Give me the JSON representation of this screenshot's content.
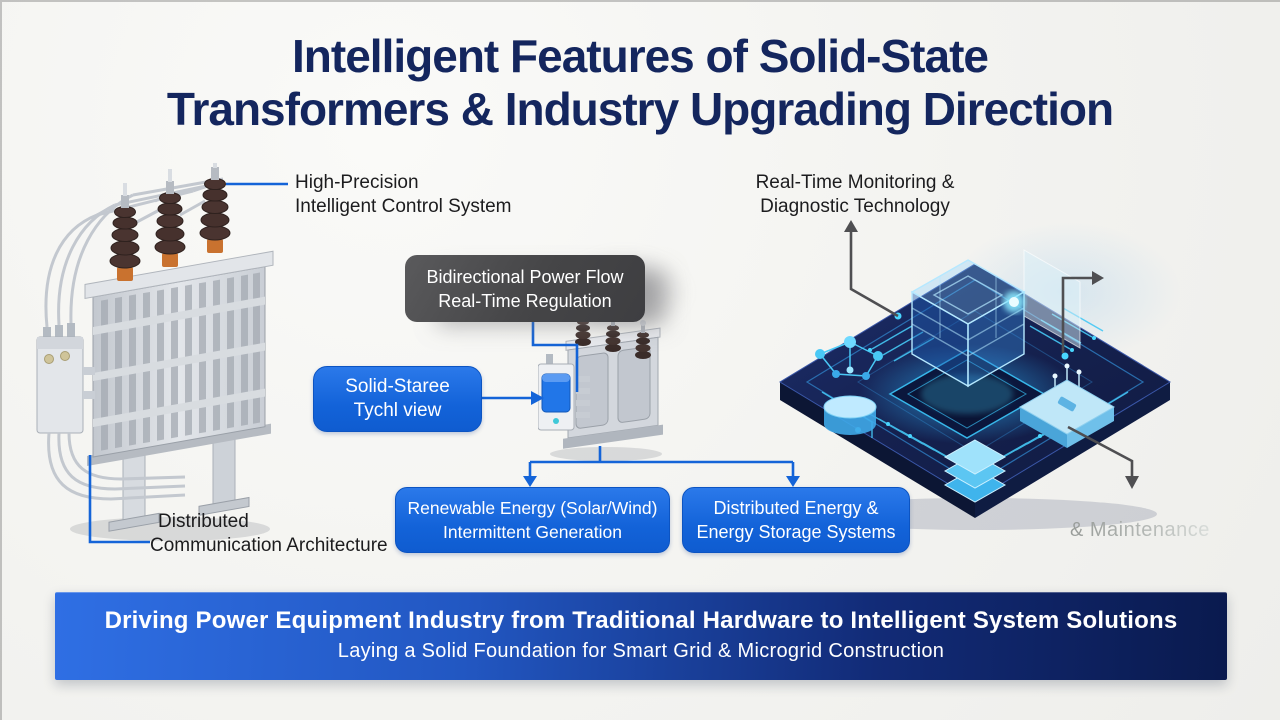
{
  "title": {
    "line1": "Intelligent Features of Solid-State",
    "line2": "Transformers & Industry Upgrading Direction"
  },
  "annotations": {
    "high_precision": {
      "line1": "High-Precision",
      "line2": "Intelligent Control System"
    },
    "distributed_comm": {
      "line1": "Distributed",
      "line2": "Communication Architecture"
    },
    "monitoring": {
      "line1": "Real-Time Monitoring &",
      "line2": "Diagnostic Technology"
    },
    "maintenance": "& Maintenance"
  },
  "flow_nodes": {
    "bidirectional": {
      "line1": "Bidirectional Power Flow",
      "line2": "Real-Time Regulation"
    },
    "solid_state": {
      "line1": "Solid-Staree",
      "line2": "Tychl view"
    },
    "renewable": {
      "line1": "Renewable Energy (Solar/Wind)",
      "line2": "Intermittent Generation"
    },
    "distributed_energy": {
      "line1": "Distributed Energy &",
      "line2": "Energy Storage Systems"
    }
  },
  "banner": {
    "line1": "Driving Power Equipment Industry from Traditional Hardware to Intelligent System Solutions",
    "line2": "Laying a Solid Foundation for Smart Grid & Microgrid Construction"
  },
  "colors": {
    "title_navy": "#14265e",
    "accent_blue": "#1464d8",
    "node_blue": "#1363d9",
    "node_dark_gray": "#454547",
    "platform_navy": "#16224e",
    "glow_cyan": "#49d6ff",
    "banner_gradient_start": "#2f6fe4",
    "banner_gradient_end": "#0a1a4e",
    "background": "#f3f3f0"
  }
}
